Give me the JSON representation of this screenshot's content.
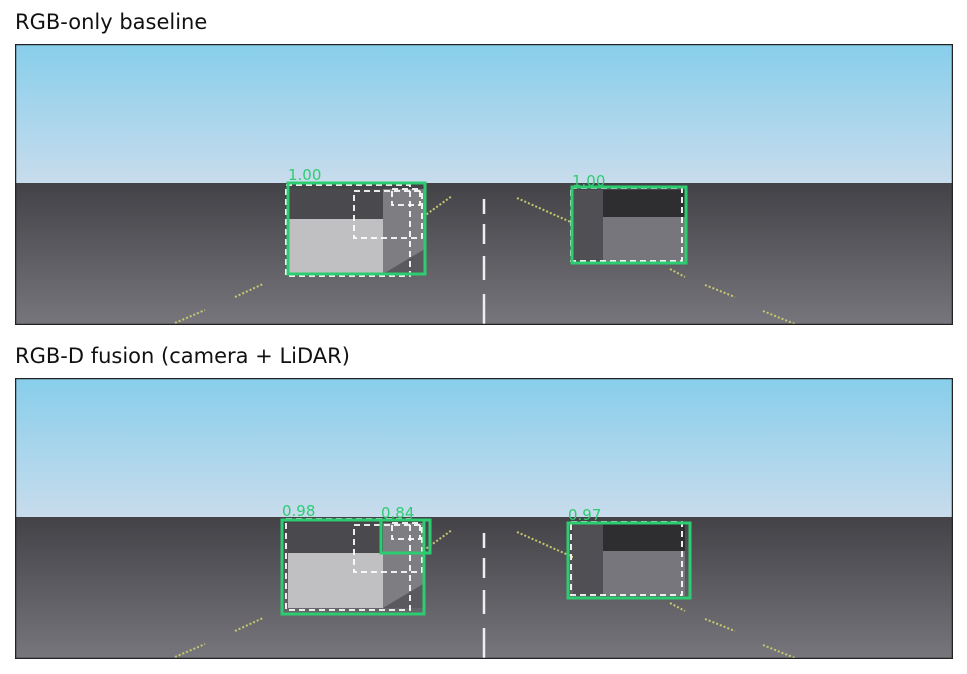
{
  "panels": [
    {
      "title": "RGB-only baseline",
      "detections": [
        {
          "score": "1.00",
          "kind": "car-left"
        },
        {
          "score": "1.00",
          "kind": "car-right"
        }
      ]
    },
    {
      "title": "RGB-D fusion (camera + LiDAR)",
      "detections": [
        {
          "score": "0.98",
          "kind": "car-left"
        },
        {
          "score": "0.84",
          "kind": "small-object"
        },
        {
          "score": "0.97",
          "kind": "car-right"
        }
      ]
    }
  ],
  "colors": {
    "sky_top": "#87ceeb",
    "sky_bottom": "#c8dcec",
    "road_top": "#434247",
    "road_bottom": "#77767c",
    "detection_box": "#2ecc71",
    "ground_truth": "#ffffff",
    "lidar_points": "#c8c870"
  }
}
